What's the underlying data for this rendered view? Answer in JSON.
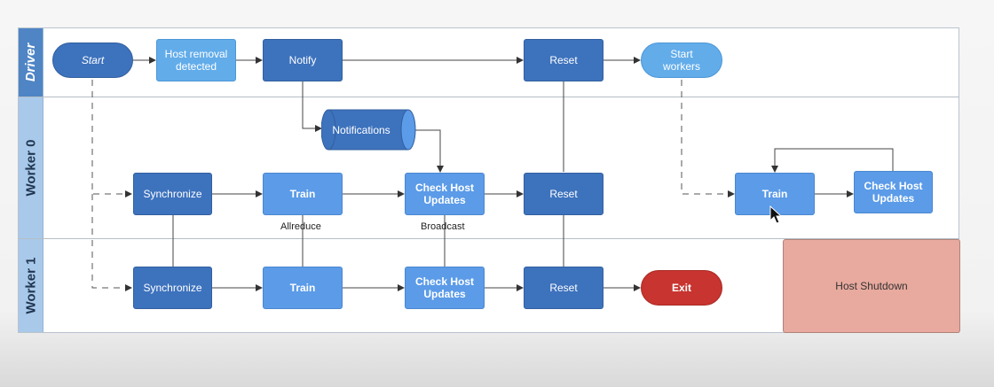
{
  "lanes": {
    "driver": "Driver",
    "worker0": "Worker 0",
    "worker1": "Worker 1"
  },
  "driver": {
    "start": "Start",
    "host_removal": "Host removal\ndetected",
    "notify": "Notify",
    "reset": "Reset",
    "start_workers": "Start\nworkers"
  },
  "worker0": {
    "notifications": "Notifications",
    "synchronize": "Synchronize",
    "train": "Train",
    "check_host_updates": "Check Host\nUpdates",
    "reset": "Reset",
    "train_2": "Train",
    "check_host_updates_2": "Check Host\nUpdates",
    "allreduce": "Allreduce",
    "broadcast": "Broadcast"
  },
  "worker1": {
    "synchronize": "Synchronize",
    "train": "Train",
    "check_host_updates": "Check Host\nUpdates",
    "reset": "Reset",
    "exit": "Exit",
    "host_shutdown": "Host Shutdown"
  },
  "colors": {
    "dark_node": "#3d72bd",
    "light_node": "#5b9be8",
    "exit": "#c8342f",
    "host_shutdown": "#e8a99e",
    "notifications_store": "#3d72bd"
  },
  "icons": {
    "cursor": "mouse-pointer-icon"
  }
}
